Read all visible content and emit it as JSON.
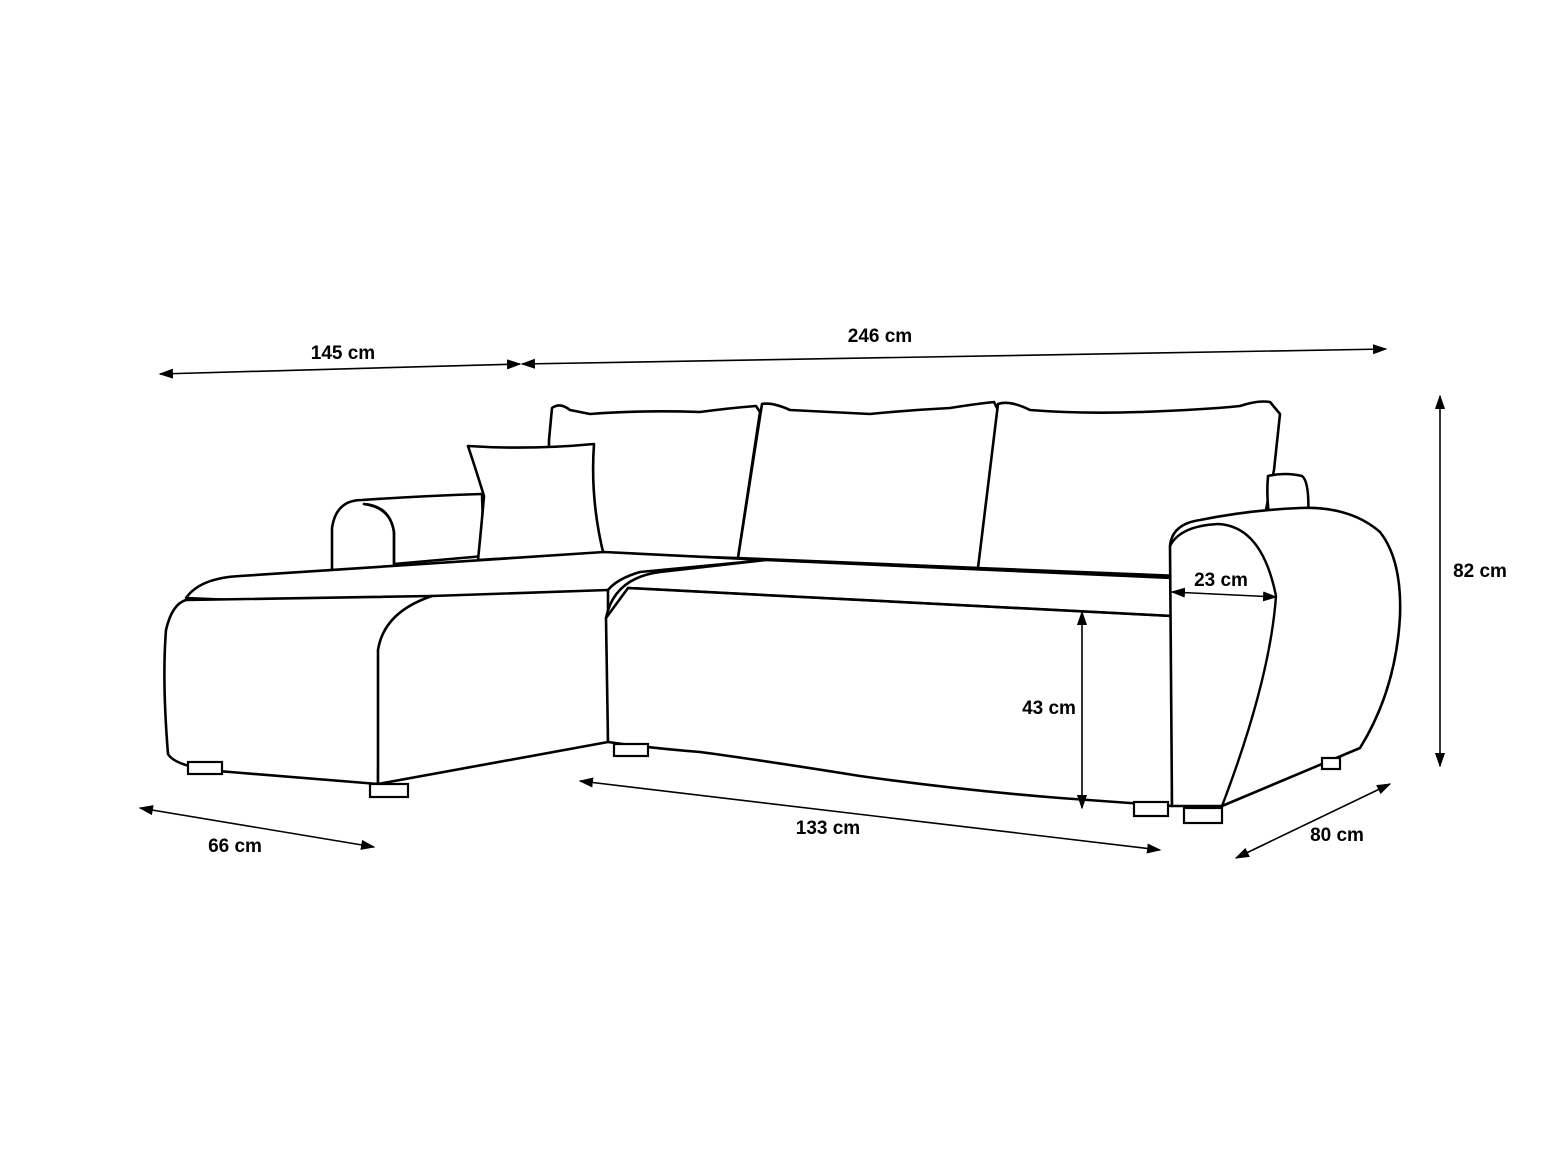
{
  "diagram": {
    "colors": {
      "stroke": "#000000",
      "background": "#ffffff"
    },
    "dimensions": {
      "chaise_total_width": "145 cm",
      "sofa_total_width": "246 cm",
      "height": "82 cm",
      "armrest_width": "23 cm",
      "seat_height": "43 cm",
      "chaise_depth": "66 cm",
      "seat_width": "133 cm",
      "depth": "80 cm"
    }
  }
}
